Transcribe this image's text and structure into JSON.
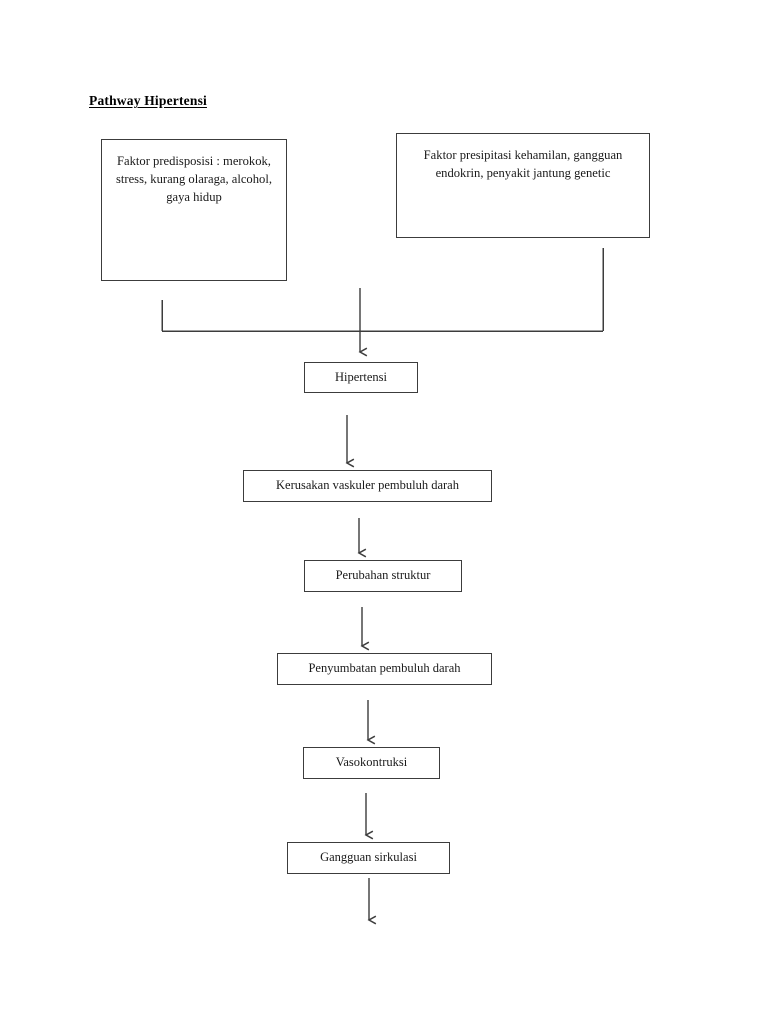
{
  "document": {
    "title": "Pathway Hipertensi",
    "background_color": "#ffffff",
    "line_color": "#3c3c3c",
    "text_color": "#1a1a1a"
  },
  "diagram": {
    "type": "flowchart",
    "orientation": "top-to-bottom",
    "nodes": [
      {
        "id": "predisposisi",
        "label": "Faktor predisposisi : merokok, stress, kurang olaraga, alcohol, gaya hidup",
        "shape": "rectangle"
      },
      {
        "id": "presipitasi",
        "label": "Faktor presipitasi kehamilan, gangguan endokrin, penyakit jantung genetic",
        "shape": "rectangle"
      },
      {
        "id": "hipertensi",
        "label": "Hipertensi",
        "shape": "rectangle"
      },
      {
        "id": "kerusakan",
        "label": "Kerusakan vaskuler pembuluh darah",
        "shape": "rectangle"
      },
      {
        "id": "perubahan",
        "label": "Perubahan struktur",
        "shape": "rectangle"
      },
      {
        "id": "penyumbatan",
        "label": "Penyumbatan pembuluh darah",
        "shape": "rectangle"
      },
      {
        "id": "vasokontruksi",
        "label": "Vasokontruksi",
        "shape": "rectangle"
      },
      {
        "id": "gangguan",
        "label": "Gangguan sirkulasi",
        "shape": "rectangle"
      }
    ],
    "edges": [
      {
        "from": "predisposisi",
        "to": "hipertensi",
        "style": "elbow-into-bus"
      },
      {
        "from": "presipitasi",
        "to": "hipertensi",
        "style": "elbow-into-bus"
      },
      {
        "from": "hipertensi",
        "to": "kerusakan",
        "style": "straight-arrow"
      },
      {
        "from": "kerusakan",
        "to": "perubahan",
        "style": "straight-arrow"
      },
      {
        "from": "perubahan",
        "to": "penyumbatan",
        "style": "straight-arrow"
      },
      {
        "from": "penyumbatan",
        "to": "vasokontruksi",
        "style": "straight-arrow"
      },
      {
        "from": "vasokontruksi",
        "to": "gangguan",
        "style": "straight-arrow"
      },
      {
        "from": "gangguan",
        "to": "",
        "style": "dangling-arrow"
      }
    ]
  }
}
